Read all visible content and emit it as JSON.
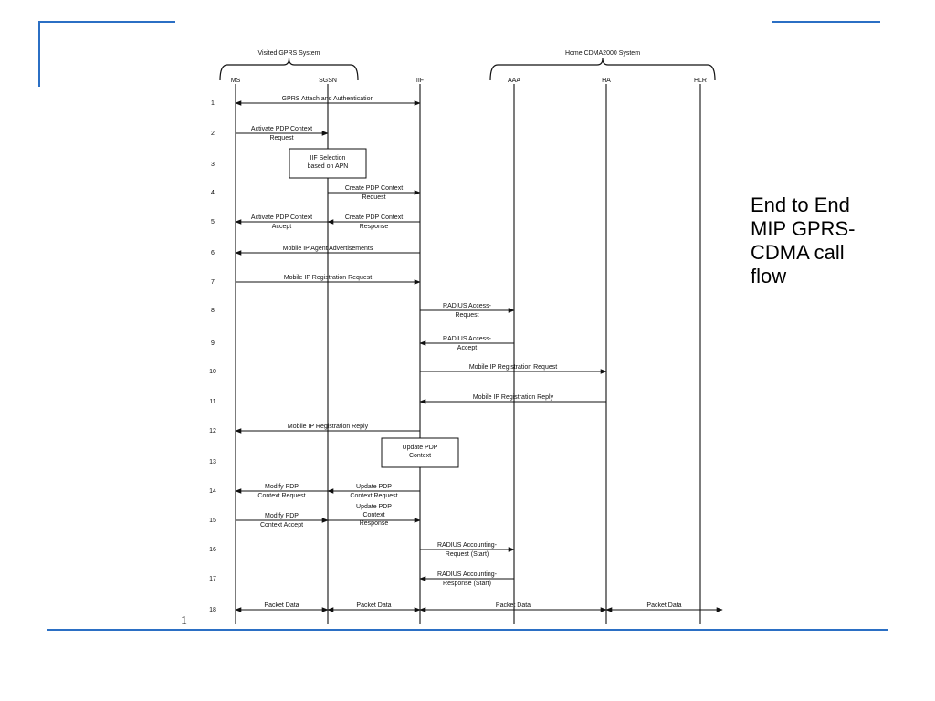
{
  "slide": {
    "title_lines": [
      "End to End",
      "MIP GPRS-",
      "CDMA call",
      "flow"
    ],
    "page_number": "1",
    "accent_color": "#2b6fc4"
  },
  "diagram": {
    "groups": [
      {
        "label": "Visited GPRS System"
      },
      {
        "label": "Home CDMA2000 System"
      }
    ],
    "entities": [
      "MS",
      "SGSN",
      "IIF",
      "AAA",
      "HA",
      "HLR"
    ],
    "steps": [
      "1",
      "2",
      "3",
      "4",
      "5",
      "6",
      "7",
      "8",
      "9",
      "10",
      "11",
      "12",
      "13",
      "14",
      "15",
      "16",
      "17",
      "18"
    ],
    "messages": [
      {
        "step": 1,
        "from": "MS",
        "to": "IIF",
        "both_ends": true,
        "text": [
          "GPRS Attach and Authentication"
        ]
      },
      {
        "step": 2,
        "from": "MS",
        "to": "SGSN",
        "text": [
          "Activate PDP Context",
          "Request"
        ]
      },
      {
        "step": 4,
        "from": "SGSN",
        "to": "IIF",
        "text": [
          "Create PDP Context",
          "Request"
        ]
      },
      {
        "step": 5,
        "from": "SGSN",
        "to": "MS",
        "text": [
          "Activate PDP Context",
          "Accept"
        ]
      },
      {
        "step": 5,
        "from": "IIF",
        "to": "SGSN",
        "text": [
          "Create PDP Context",
          "Response"
        ]
      },
      {
        "step": 6,
        "from": "IIF",
        "to": "MS",
        "text": [
          "Mobile IP Agent Advertisements"
        ]
      },
      {
        "step": 7,
        "from": "MS",
        "to": "IIF",
        "text": [
          "Mobile IP Registration Request"
        ]
      },
      {
        "step": 8,
        "from": "IIF",
        "to": "AAA",
        "text": [
          "RADIUS Access-",
          "Request"
        ]
      },
      {
        "step": 9,
        "from": "AAA",
        "to": "IIF",
        "text": [
          "RADIUS Access-",
          "Accept"
        ]
      },
      {
        "step": 10,
        "from": "IIF",
        "to": "HA",
        "text": [
          "Mobile IP Registration Request"
        ]
      },
      {
        "step": 11,
        "from": "HA",
        "to": "IIF",
        "text": [
          "Mobile IP Registration Reply"
        ]
      },
      {
        "step": 12,
        "from": "IIF",
        "to": "MS",
        "text": [
          "Mobile IP Registration Reply"
        ]
      },
      {
        "step": 14,
        "from": "SGSN",
        "to": "MS",
        "text": [
          "Modify PDP",
          "Context Request"
        ]
      },
      {
        "step": 14,
        "from": "IIF",
        "to": "SGSN",
        "text": [
          "Update PDP",
          "Context Request"
        ]
      },
      {
        "step": 15,
        "from": "MS",
        "to": "SGSN",
        "text": [
          "Modify PDP",
          "Context Accept"
        ]
      },
      {
        "step": 15,
        "from": "SGSN",
        "to": "IIF",
        "text": [
          "Update PDP",
          "Context",
          "Response"
        ]
      },
      {
        "step": 16,
        "from": "IIF",
        "to": "AAA",
        "text": [
          "RADIUS Accounting-",
          "Request (Start)"
        ]
      },
      {
        "step": 17,
        "from": "AAA",
        "to": "IIF",
        "text": [
          "RADIUS Accounting-",
          "Response (Start)"
        ]
      },
      {
        "step": 18,
        "from": "MS",
        "to": "SGSN",
        "both_ends": true,
        "text": [
          "Packet Data"
        ]
      },
      {
        "step": 18,
        "from": "SGSN",
        "to": "IIF",
        "both_ends": true,
        "text": [
          "Packet Data"
        ]
      },
      {
        "step": 18,
        "from": "IIF",
        "to": "HA",
        "both_ends": true,
        "text": [
          "Packet Data"
        ]
      },
      {
        "step": 18,
        "from": "HA",
        "to": "HLR",
        "both_ends": true,
        "text": [
          "Packet Data"
        ]
      }
    ],
    "boxes": [
      {
        "step": 3,
        "text": [
          "IIF Selection",
          "based on APN"
        ]
      },
      {
        "step": 13,
        "text": [
          "Update PDP",
          "Context"
        ]
      }
    ]
  }
}
